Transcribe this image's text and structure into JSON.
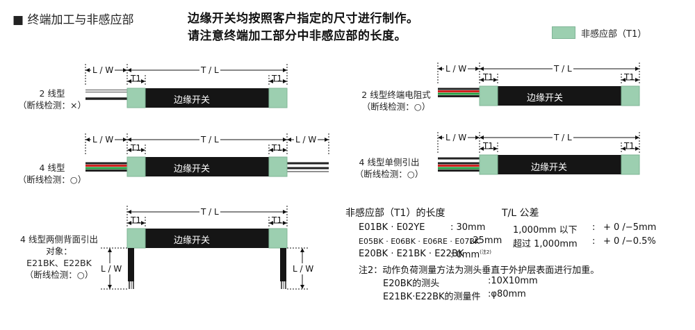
{
  "section_title": "■ 终端加工与非感应部",
  "headline": [
    "边缘开关均按照客户指定的尺寸进行制作。",
    "请注意终端加工部分中非感应部的长度。"
  ],
  "legend": {
    "label": "非感应部（T1）",
    "color": "#9ccfb0"
  },
  "colors": {
    "body": "#151515",
    "non_sensing": "#9ccfb0",
    "wire_black": "#222222",
    "wire_white": "#ffffff",
    "wire_red": "#d42020",
    "wire_green": "#1f9a3d"
  },
  "switch_label": "边缘开关",
  "dims": {
    "lw": "L / W",
    "tl": "T / L",
    "t1": "T1"
  },
  "items": {
    "two_wire": {
      "label": [
        "2 线型",
        "（断线检测：×）"
      ]
    },
    "four_wire": {
      "label": [
        "4 线型",
        "（断线检测：○）"
      ]
    },
    "four_wire_both_back": {
      "label": [
        "4 线型两侧背面引出",
        "对象：",
        "E21BK、E22BK",
        "（断线检测：○）"
      ]
    },
    "two_wire_resistor": {
      "label": [
        "2 线型终端电阻式",
        "（断线检测：○）"
      ]
    },
    "four_wire_single": {
      "label": [
        "4 线型单侧引出",
        "（断线检测：○）"
      ]
    }
  },
  "non_sensing_length": {
    "title": "非感应部（T1）的长度",
    "rows": [
      {
        "models": "E01BK · E02YE",
        "value": ": 30mm"
      },
      {
        "models": "E05BK · E06BK · E06RE · E07BK",
        "value": ":25mm"
      },
      {
        "models": "E20BK · E21BK · E22BK",
        "value": ": 0mm",
        "note": "(注2)"
      }
    ]
  },
  "tolerance": {
    "title": "T/L 公差",
    "rows": [
      {
        "range": "1,000mm 以下",
        "sep": ":",
        "value": "+ 0 /−5mm"
      },
      {
        "range": "超过 1,000mm",
        "sep": ":",
        "value": "+ 0 /−0.5%"
      }
    ]
  },
  "note2": {
    "text": "注2：动作负荷测量方法为测头垂直于外护层表面进行加重。",
    "rows": [
      {
        "label": "E20BK的测头",
        "value": ":10X10mm"
      },
      {
        "label": "E21BK·E22BK的测量件",
        "value": ":φ80mm"
      }
    ]
  }
}
